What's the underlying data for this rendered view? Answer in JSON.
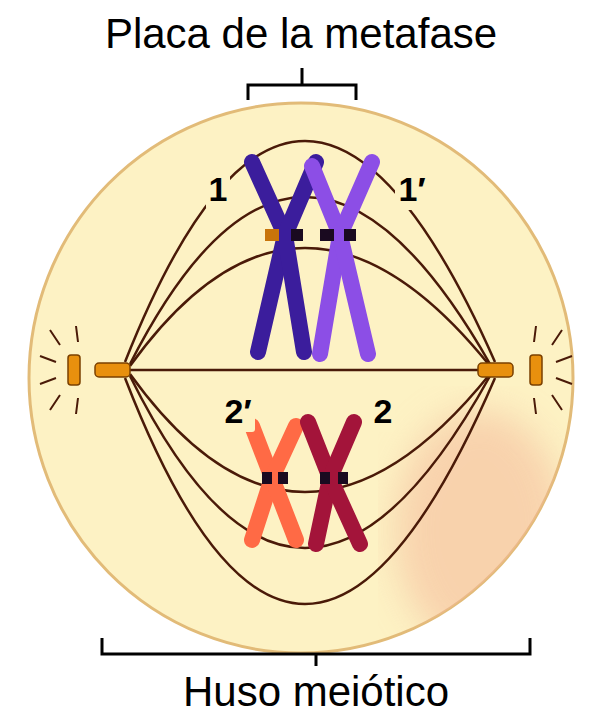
{
  "diagram": {
    "labels": [
      "Placa de la metafase",
      "1",
      "1′",
      "2′",
      "2",
      "Huso meiótico"
    ]
  }
}
